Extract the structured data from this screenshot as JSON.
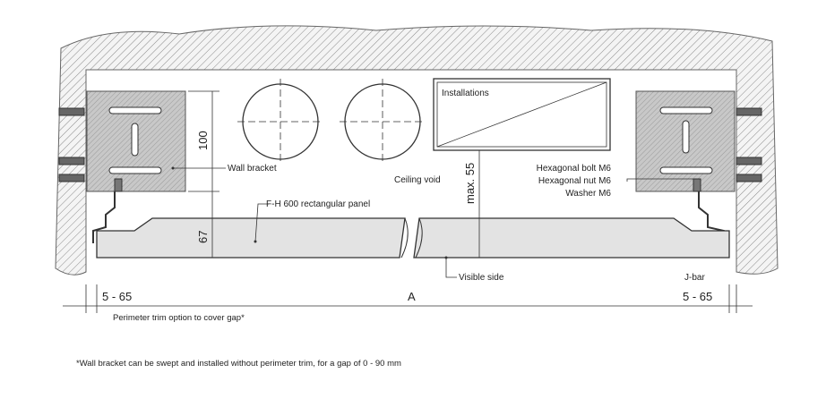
{
  "labels": {
    "wall_bracket": "Wall bracket",
    "installations": "Installations",
    "ceiling_void": "Ceiling void",
    "panel": "F-H 600 rectangular panel",
    "visible_side": "Visible side",
    "j_bar": "J-bar",
    "hex_bolt": "Hexagonal bolt M6",
    "hex_nut": "Hexagonal nut M6",
    "washer": "Washer M6"
  },
  "dimensions": {
    "height_bracket": "100",
    "height_panel": "67",
    "max_void": "max. 55",
    "gap_left": "5 - 65",
    "gap_right": "5 - 65",
    "span": "A"
  },
  "notes": {
    "perimeter_trim": "Perimeter trim option to cover gap*",
    "footnote": "*Wall bracket can be swept and installed without perimeter trim, for a gap of 0 - 90 mm"
  },
  "colors": {
    "hatch": "#8a8a8a",
    "bracket_fill": "#cfcfcf",
    "panel_fill": "#e3e3e3",
    "line": "#333333"
  }
}
